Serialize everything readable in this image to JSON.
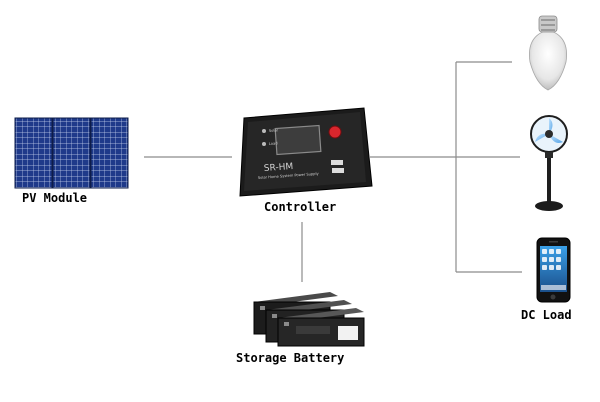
{
  "diagram": {
    "nodes": {
      "pv_module": {
        "label": "PV Module",
        "icon": "solar-panel-icon"
      },
      "controller": {
        "label": "Controller",
        "icon": "charge-controller-icon",
        "device_text": {
          "model": "SR-HM",
          "subtitle": "Solar Home System Power Supply",
          "indicator_1": "Solar",
          "indicator_2": "Load"
        }
      },
      "storage_battery": {
        "label": "Storage Battery",
        "icon": "battery-icon"
      },
      "dc_load": {
        "label": "DC Load",
        "devices": [
          {
            "icon": "light-bulb-icon"
          },
          {
            "icon": "electric-fan-icon"
          },
          {
            "icon": "mobile-phone-icon"
          }
        ]
      }
    },
    "connections": [
      {
        "from": "pv_module",
        "to": "controller"
      },
      {
        "from": "controller",
        "to": "storage_battery"
      },
      {
        "from": "controller",
        "to": "dc_load"
      }
    ],
    "colors": {
      "line": "#8c8c8c",
      "panel_cell": "#1f3a8a",
      "panel_grid": "#c9d4f0",
      "device_body": "#1b1b1b",
      "button_red": "#d9262d"
    }
  }
}
